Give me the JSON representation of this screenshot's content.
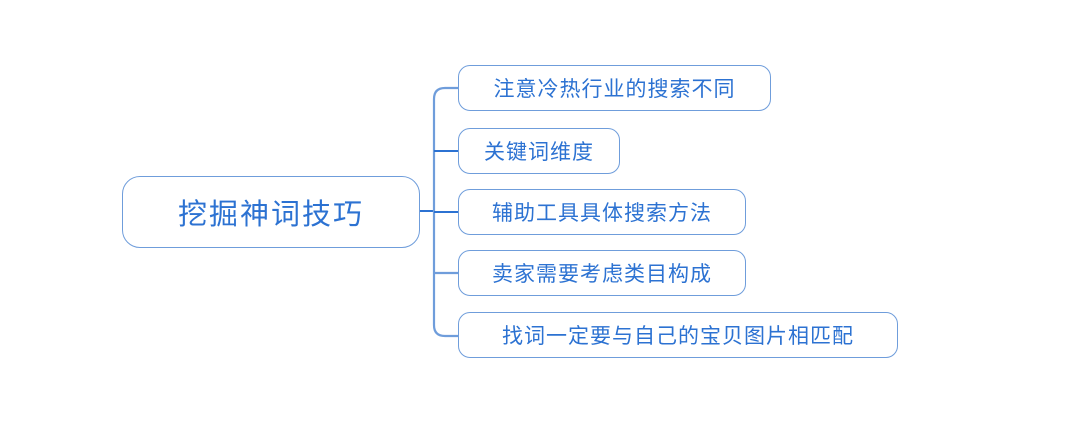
{
  "diagram": {
    "type": "mind-map",
    "title": "挖掘神词技巧",
    "orientation": "left-to-right",
    "colors": {
      "background": "#ffffff",
      "node_border": "#6f9ddb",
      "node_text": "#2c72d2",
      "connector": "#6f9ddb",
      "connector_dark": "#2c72d2"
    },
    "root": {
      "label": "挖掘神词技巧"
    },
    "branches": [
      {
        "label": "注意冷热行业的搜索不同"
      },
      {
        "label": "关键词维度"
      },
      {
        "label": "辅助工具具体搜索方法"
      },
      {
        "label": "卖家需要考虑类目构成"
      },
      {
        "label": "找词一定要与自己的宝贝图片相匹配"
      }
    ]
  }
}
